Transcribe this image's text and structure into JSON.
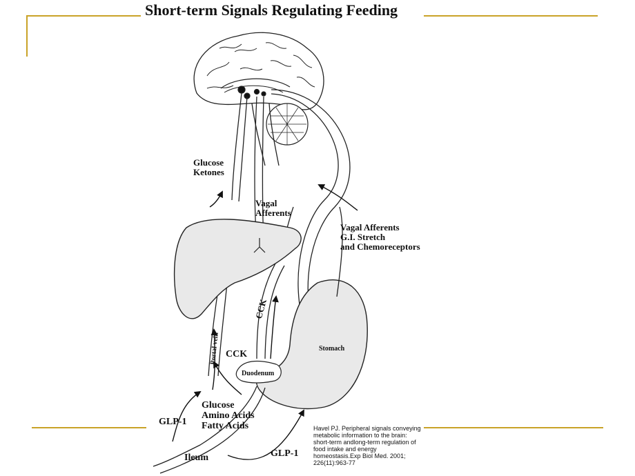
{
  "title": "Short-term Signals Regulating Feeding",
  "labels": {
    "glucose_ketones": [
      "Glucose",
      "Ketones"
    ],
    "vagal_afferents": [
      "Vagal",
      "Afferents"
    ],
    "vagal_afferents_gi": [
      "Vagal Afferents",
      "G.I. Stretch",
      "and Chemoreceptors"
    ],
    "cck_vertical": "CCK",
    "cck_horizontal": "CCK",
    "portal_vein": "Portal vein",
    "duodenum": "Duodenum",
    "stomach": "Stomach",
    "nutrients": [
      "Glucose",
      "Amino Acids",
      "Fatty Acids"
    ],
    "glp1_left": "GLP-1",
    "glp1_bottom": "GLP-1",
    "ileum": "Ileum"
  },
  "citation": "Havel PJ. Peripheral signals conveying metabolic information to the brain: short-term andlong-term regulation of food intake and energy homeostasis.Exp Biol Med. 2001; 226(11):963-77",
  "colors": {
    "accent": "#c9a227",
    "organ_fill": "#e9e9e9",
    "stroke": "#222222"
  }
}
